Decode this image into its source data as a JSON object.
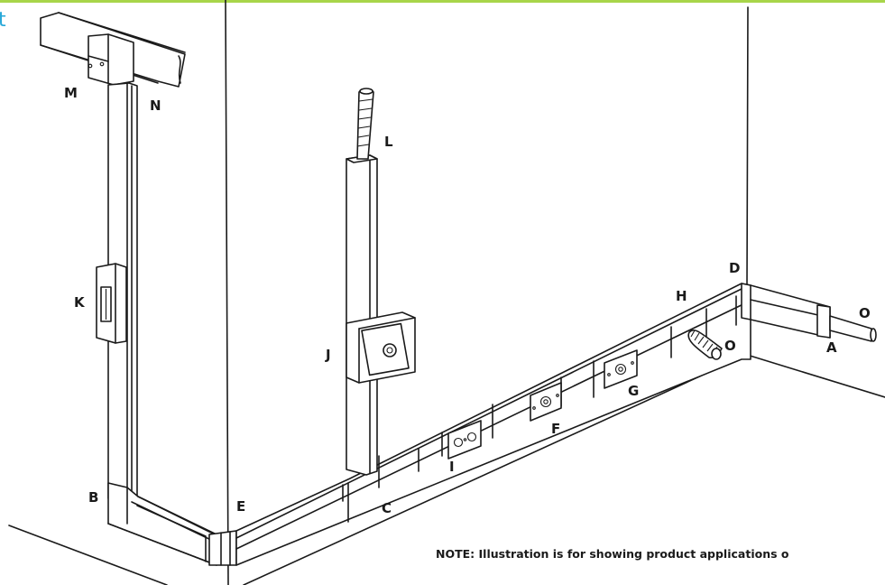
{
  "colors": {
    "accent": "#a8d54a",
    "corner_glyph": "#27a8d8",
    "ink": "#1a1a1a"
  },
  "corner_glyph": "t",
  "labels": {
    "A": "A",
    "B": "B",
    "C": "C",
    "D": "D",
    "E": "E",
    "F": "F",
    "G": "G",
    "H": "H",
    "I": "I",
    "J": "J",
    "K": "K",
    "L": "L",
    "M": "M",
    "N": "N",
    "O_top": "O",
    "O_mid": "O"
  },
  "note": "NOTE: Illustration is for showing product applications o"
}
